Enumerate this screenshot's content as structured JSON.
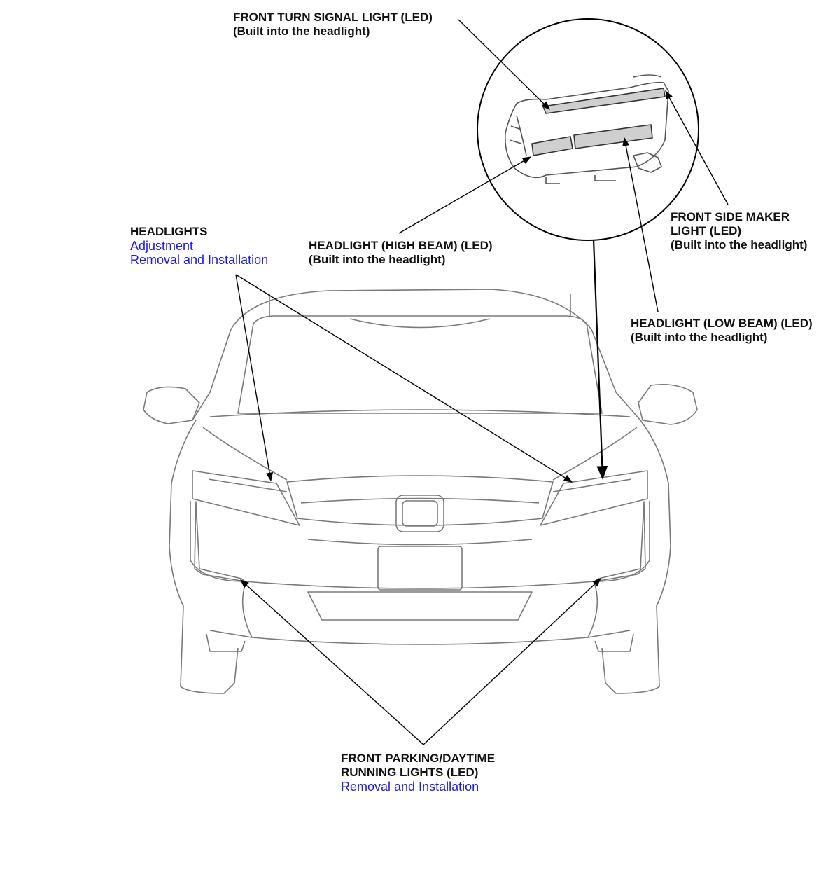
{
  "callouts": {
    "turn_signal": {
      "title": "FRONT TURN SIGNAL LIGHT (LED)",
      "sub": "(Built into the headlight)"
    },
    "side_marker": {
      "title_1": "FRONT SIDE MAKER",
      "title_2": "LIGHT (LED)",
      "sub": "(Built into the headlight)"
    },
    "headlights": {
      "title": "HEADLIGHTS",
      "link_adjustment": "Adjustment",
      "link_removal": "Removal and Installation"
    },
    "high_beam": {
      "title": "HEADLIGHT (HIGH BEAM) (LED)",
      "sub": "(Built into the headlight)"
    },
    "low_beam": {
      "title": "HEADLIGHT (LOW BEAM) (LED)",
      "sub": "(Built into the headlight)"
    },
    "parking": {
      "title_1": "FRONT PARKING/DAYTIME",
      "title_2": "RUNNING LIGHTS (LED)",
      "link_removal": "Removal and Installation"
    }
  },
  "colors": {
    "link": "#1a1aee",
    "line_art": "#777777",
    "leader": "#000000"
  }
}
